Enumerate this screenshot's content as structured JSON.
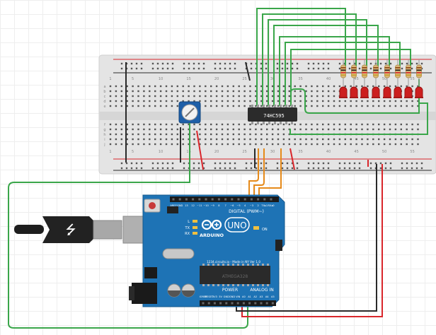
{
  "breadboard": {
    "col_numbers": [
      "1",
      "5",
      "10",
      "15",
      "20",
      "25",
      "30",
      "35",
      "40",
      "45",
      "50",
      "55"
    ],
    "row_letters_top": [
      "a",
      "b",
      "c",
      "d",
      "e"
    ],
    "row_letters_bottom": [
      "f",
      "g",
      "h",
      "i",
      "j"
    ]
  },
  "shift_register": {
    "label": "74HC595"
  },
  "arduino": {
    "logo_text": "ARDUINO",
    "uno_label": "UNO",
    "digital_label": "DIGITAL (PWM~)",
    "on_label": "ON",
    "power_label": "POWER",
    "analog_label": "ANALOG IN",
    "chip_text": "ATMEGA328",
    "tx_label": "TX",
    "rx_label": "RX",
    "l_label": "L",
    "footer_text": "1234.circuits.io - Made in NY   Ver 1.0",
    "header_top_labels": [
      "AREF",
      "GND",
      "13",
      "12",
      "~11",
      "~10",
      "~9",
      "8",
      "7",
      "~6",
      "~5",
      "4",
      "~3",
      "2",
      "TX▸1",
      "RX◂0"
    ],
    "header_bottom_labels": [
      "IOREF",
      "RESET",
      "3V3",
      "5V",
      "GND",
      "GND",
      "VIN",
      "A0",
      "A1",
      "A2",
      "A3",
      "A4",
      "A5"
    ]
  },
  "colors": {
    "wire_green": "#3aa64a",
    "wire_orange": "#e68a1a",
    "wire_red": "#d9262b",
    "wire_black": "#2a2a2a",
    "board_blue": "#1e73b5",
    "breadboard": "#e4e4e4",
    "led_red": "#cc1f1f"
  }
}
